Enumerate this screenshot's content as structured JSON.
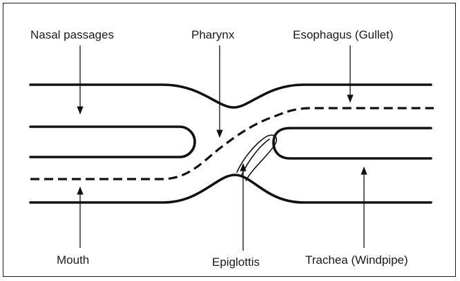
{
  "labels": {
    "nasal_passages": "Nasal passages",
    "pharynx": "Pharynx",
    "esophagus": "Esophagus (Gullet)",
    "mouth": "Mouth",
    "epiglottis": "Epiglottis",
    "trachea": "Trachea (Windpipe)"
  }
}
